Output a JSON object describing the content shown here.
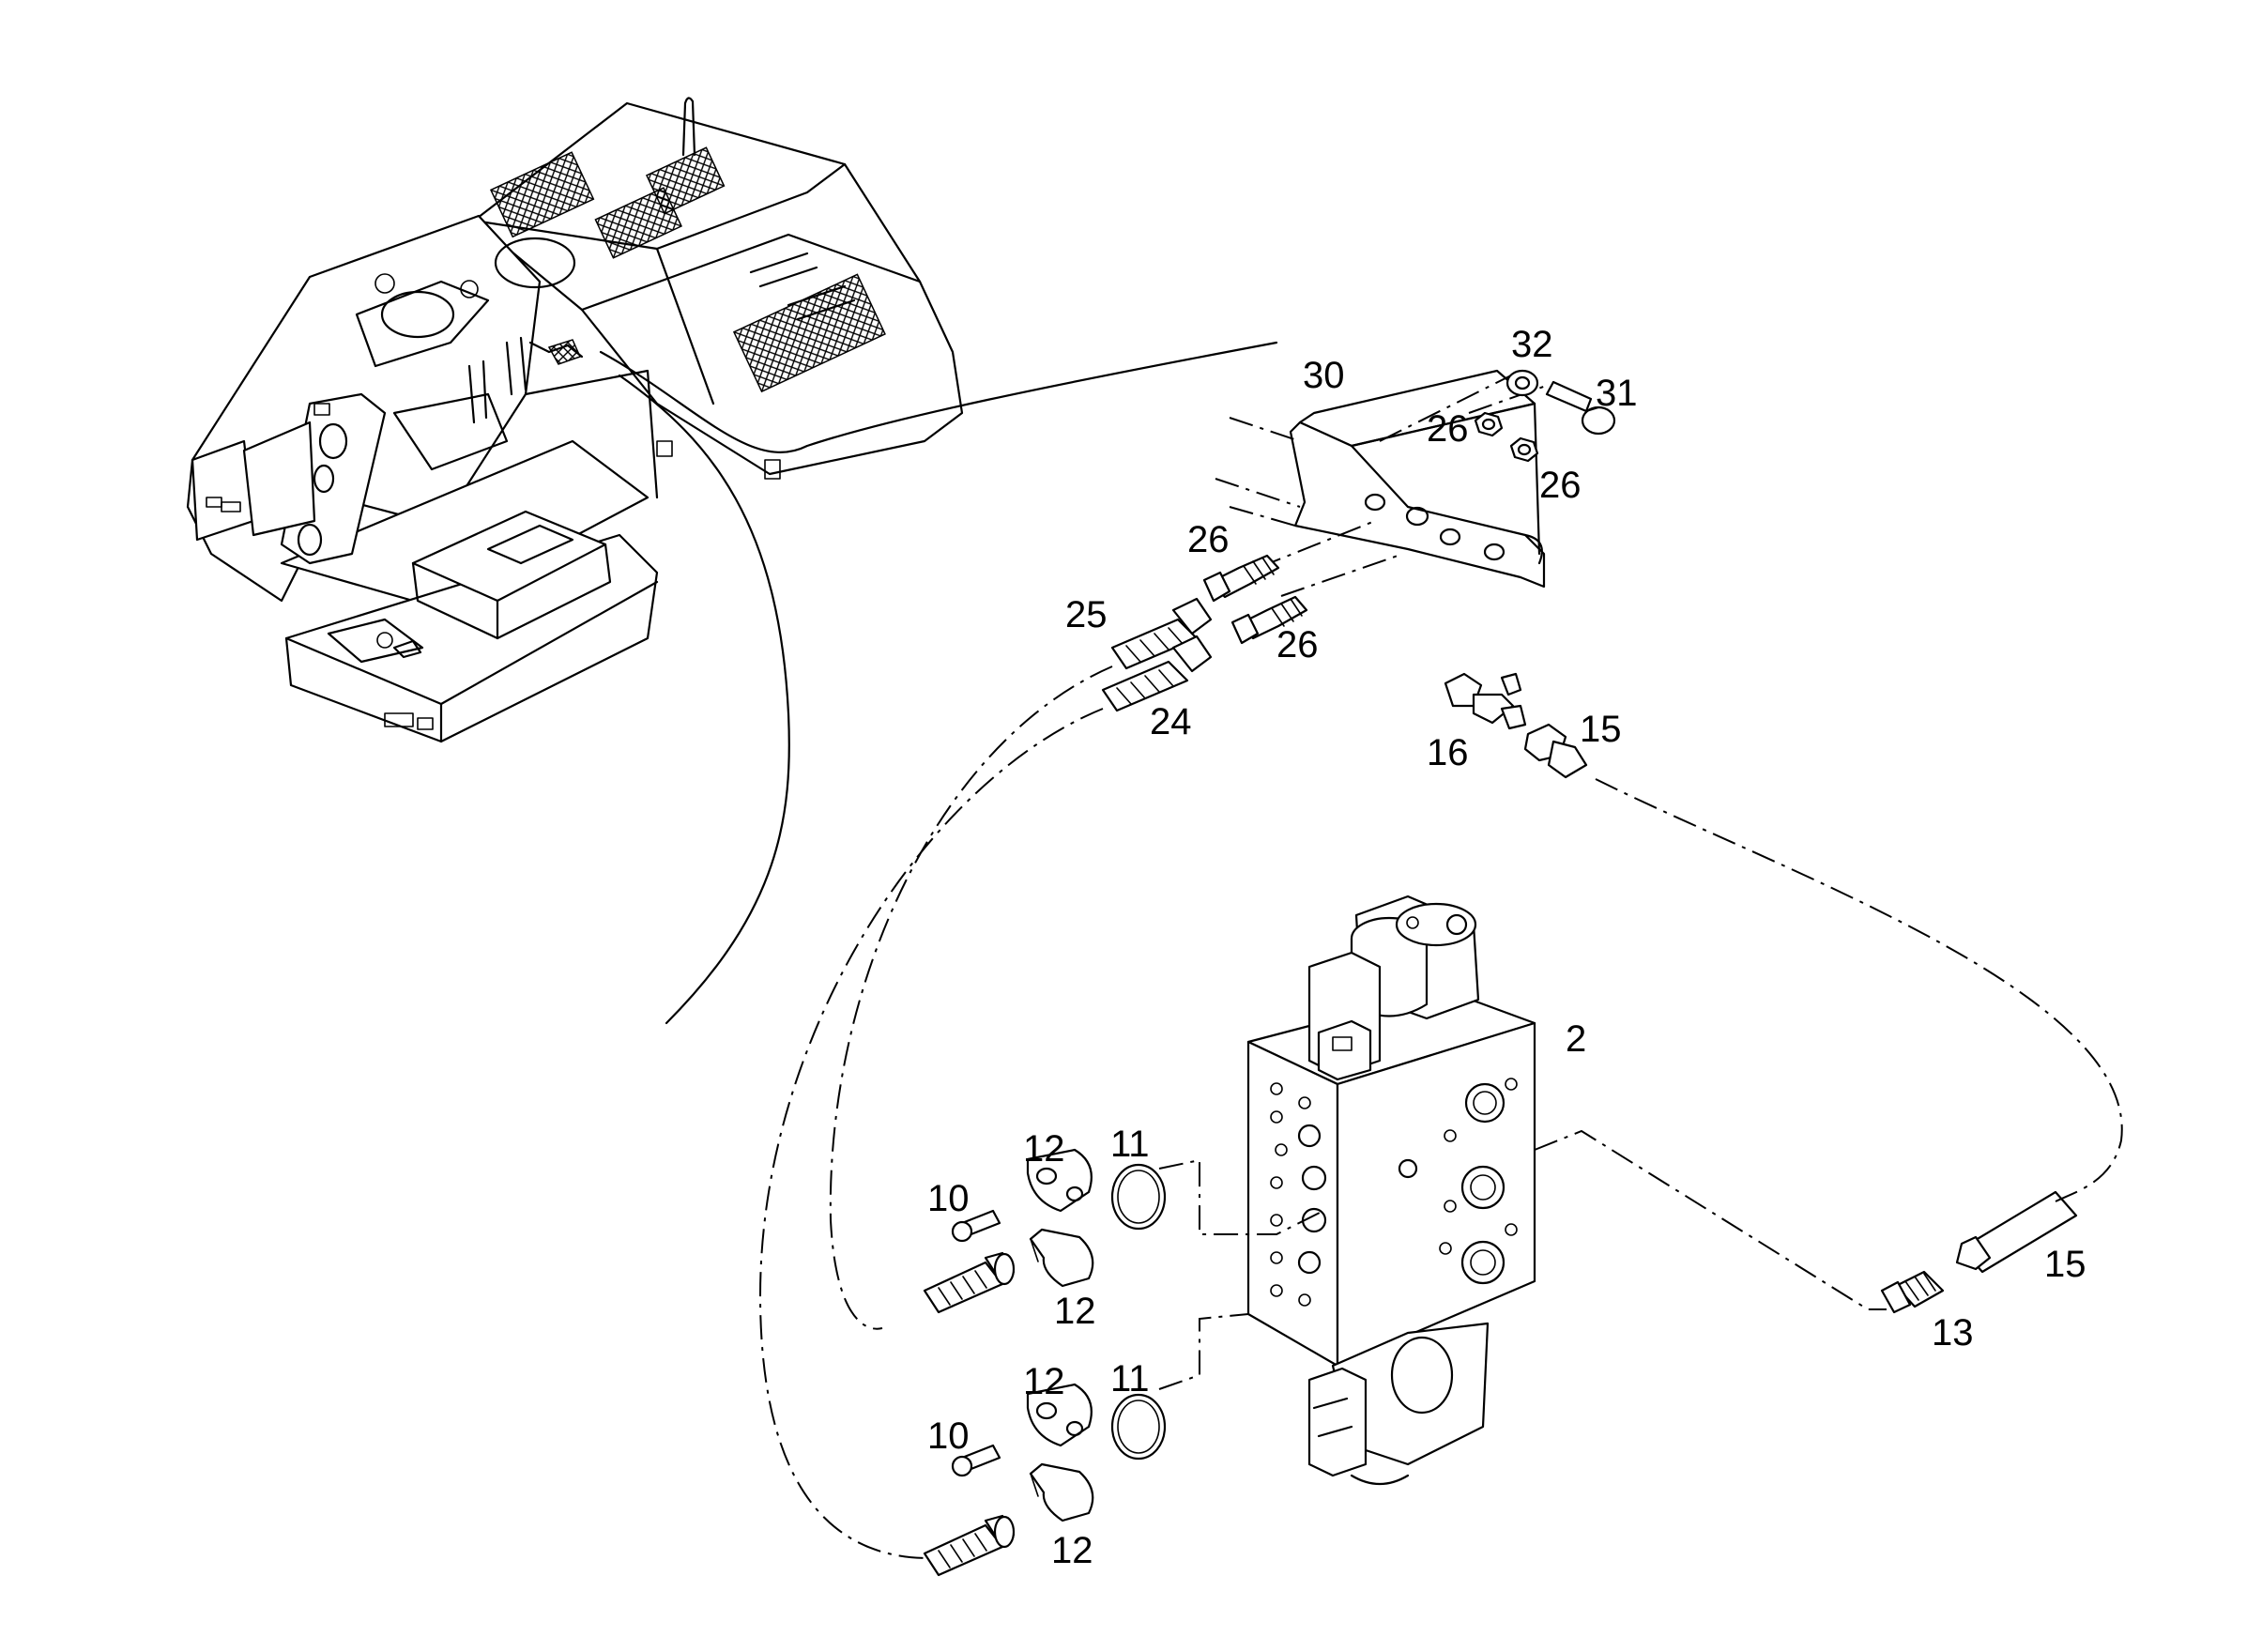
{
  "callouts": {
    "c30": "30",
    "c32": "32",
    "c31": "31",
    "c26a": "26",
    "c26b": "26",
    "c26c": "26",
    "c26d": "26",
    "c25": "25",
    "c24": "24",
    "c16": "16",
    "c15a": "15",
    "c15b": "15",
    "c2": "2",
    "c12a": "12",
    "c12b": "12",
    "c12c": "12",
    "c12d": "12",
    "c11a": "11",
    "c11b": "11",
    "c10a": "10",
    "c10b": "10",
    "c13": "13"
  }
}
